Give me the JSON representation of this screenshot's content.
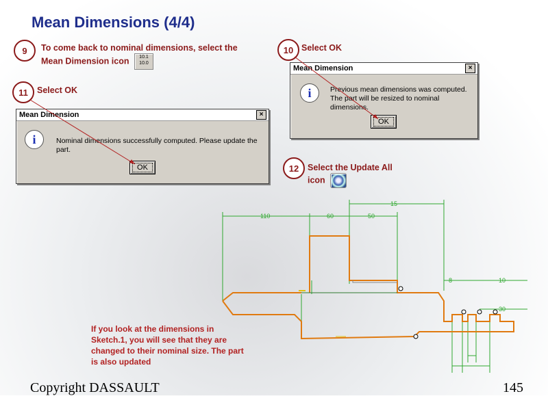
{
  "title": "Mean Dimensions (4/4)",
  "steps": [
    {
      "num": "9",
      "text": "To come back to nominal dimensions, select the Mean Dimension icon"
    },
    {
      "num": "10",
      "text": "Select OK"
    },
    {
      "num": "11",
      "text": "Select OK"
    },
    {
      "num": "12",
      "text": "Select the Update All icon"
    }
  ],
  "dialog_a": {
    "title": "Mean Dimension",
    "close": "×",
    "message_line1": "Previous mean dimensions was computed.",
    "message_line2": "The part will be resized to nominal dimensions.",
    "ok": "OK"
  },
  "dialog_b": {
    "title": "Mean Dimension",
    "close": "×",
    "message": "Nominal dimensions successfully computed. Please update the part.",
    "ok": "OK"
  },
  "note": "If you look at the dimensions in Sketch.1, you will see that they are changed to their nominal size. The part is also updated",
  "sketch_labels": {
    "d110": "110",
    "d60": "60",
    "d50": "50",
    "d15": "15",
    "d8": "8",
    "d10": "10",
    "d30": "30"
  },
  "icons": {
    "step9": "mean-dimension-icon",
    "step12": "update-all-icon",
    "dialog": "info-icon"
  },
  "colors": {
    "title": "#1f2e8c",
    "step": "#8b1a1a",
    "sketch_profile": "#e07a10",
    "dimensions": "#2fa82f"
  },
  "footer": {
    "copyright": "Copyright DASSAULT",
    "page": "145"
  }
}
